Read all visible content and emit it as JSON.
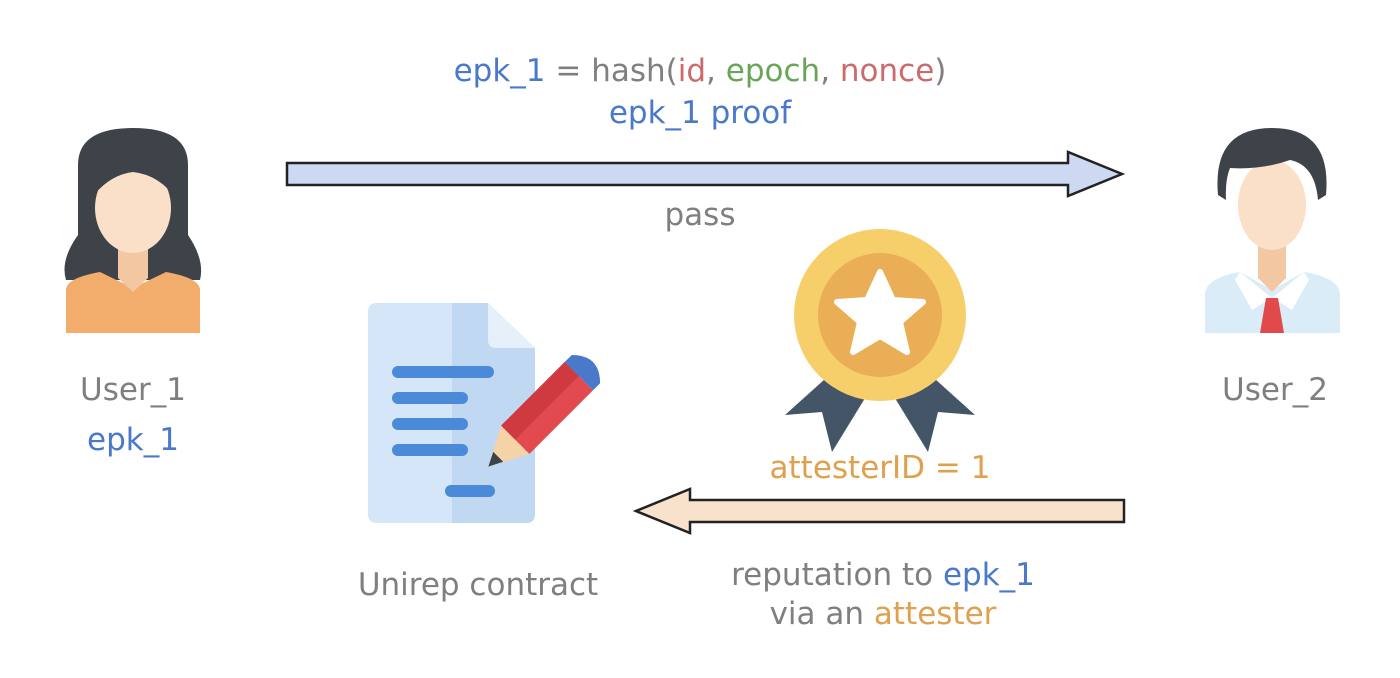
{
  "formula": {
    "lhs": "epk_1",
    "eq": " = hash(",
    "id": "id",
    "comma1": ", ",
    "epoch": "epoch",
    "comma2": ", ",
    "nonce": "nonce",
    "close": ")",
    "proof": "epk_1 proof"
  },
  "pass_label": "pass",
  "user1": {
    "name": "User_1",
    "key": "epk_1"
  },
  "user2": {
    "name": "User_2"
  },
  "contract_label": "Unirep contract",
  "attester_id": "attesterID = 1",
  "reputation": {
    "prefix": "reputation to ",
    "target": "epk_1",
    "via": "via an ",
    "attester": "attester"
  },
  "colors": {
    "blue": "#4a79c9",
    "red": "#cc6b6b",
    "green": "#6aa557",
    "orange": "#e0a04e",
    "grey": "#7f7f7f",
    "top_arrow_fill": "#cdd8f3",
    "bottom_arrow_fill": "#f9e2cc"
  },
  "icons": {
    "user1": "female-user-icon",
    "user2": "male-user-icon",
    "contract": "document-pencil-icon",
    "badge": "medal-star-icon"
  }
}
